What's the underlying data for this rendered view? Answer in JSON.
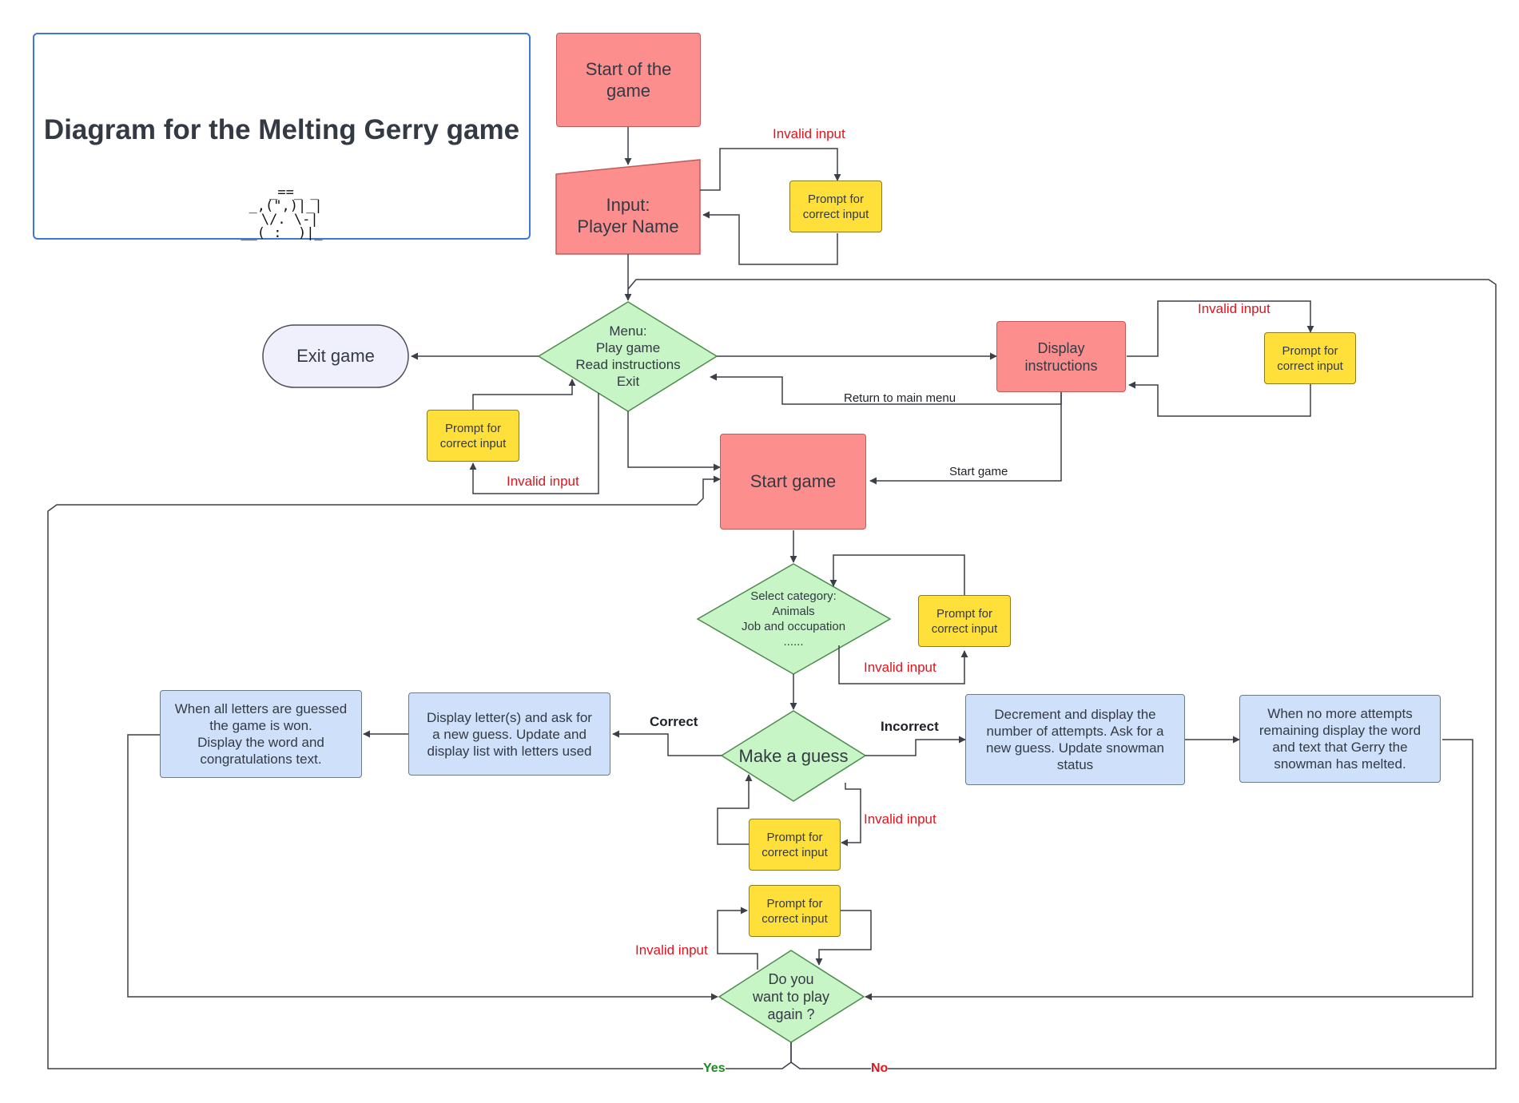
{
  "title": "Diagram for the Melting Gerry game",
  "ascii_art": "   _==_ _\n _,(\",)|_|\n  \\/. \\-|\n__( :  )|_",
  "nodes": {
    "start": "Start of the\ngame",
    "input": "Input:\nPlayer Name",
    "prompt_name": "Prompt for\ncorrect input",
    "menu": "Menu:\nPlay game\nRead instructions\nExit",
    "exit": "Exit game",
    "prompt_menu": "Prompt for\ncorrect input",
    "display_instructions": "Display\ninstructions",
    "prompt_instructions": "Prompt for\ncorrect input",
    "start_game": "Start game",
    "select_category": "Select category:\nAnimals\nJob and occupation\n......",
    "prompt_category": "Prompt for\ncorrect input",
    "make_guess": "Make a guess",
    "prompt_guess": "Prompt for\ncorrect input",
    "display_letters": "Display letter(s) and ask for\na new guess. Update and\ndisplay list with letters used",
    "won": "When all letters are guessed\nthe game is won.\nDisplay the word and\ncongratulations text.",
    "decrement": "Decrement and display the\nnumber of attempts. Ask for a\nnew guess. Update snowman\nstatus",
    "melted": "When no more attempts\nremaining display the word\nand text that Gerry the\nsnowman has melted.",
    "prompt_again": "Prompt for\ncorrect input",
    "play_again": "Do you\nwant to play\nagain ?"
  },
  "labels": {
    "invalid_name": "Invalid input",
    "invalid_menu": "Invalid input",
    "invalid_instructions": "Invalid input",
    "invalid_category": "Invalid input",
    "invalid_guess": "Invalid input",
    "invalid_again": "Invalid input",
    "return_menu": "Return to main menu",
    "start_game_link": "Start game",
    "correct": "Correct",
    "incorrect": "Incorrect",
    "yes": "Yes",
    "no": "No"
  },
  "colors": {
    "red_node": "#fd8e8e",
    "yellow_node": "#ffdf3a",
    "green_node": "#c7f5c5",
    "blue_node": "#cfe0fa",
    "exit_node": "#f0f0fd",
    "title_border": "#3d78d8",
    "invalid_label": "#e0141e",
    "yes_label": "#1c8a1c",
    "no_label": "#e0141e"
  }
}
